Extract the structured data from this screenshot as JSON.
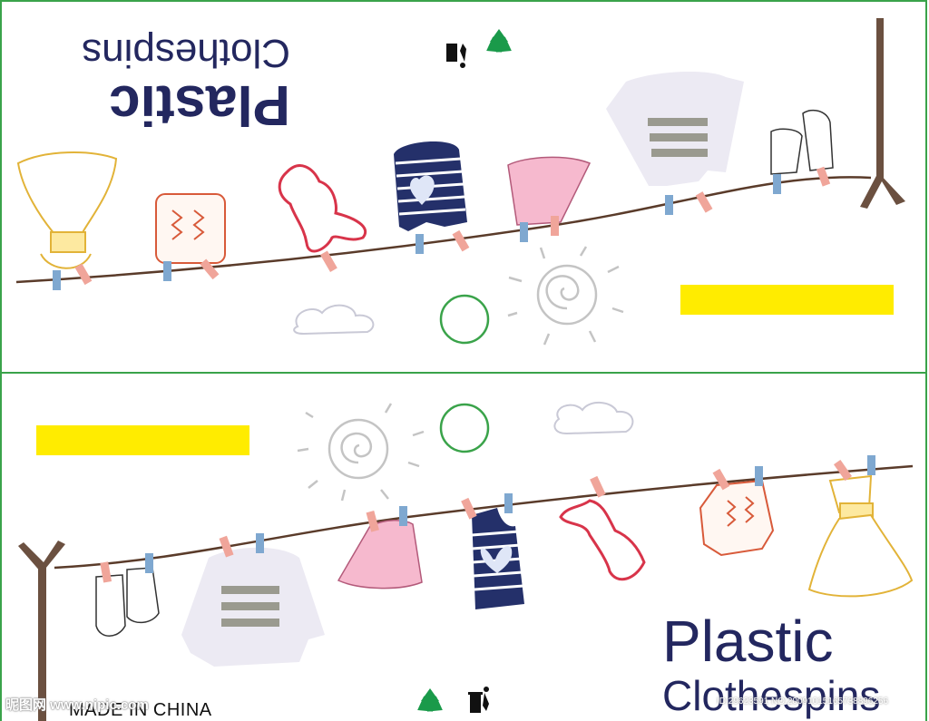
{
  "product": {
    "title_line1": "Plastic",
    "title_line2": "Clothespins",
    "origin": "MADE IN CHINA"
  },
  "watermark": {
    "site": "昵图网 www.nipic.com",
    "id": "ID:29623591 NO:20091015165738896256"
  },
  "colors": {
    "border": "#3aa34a",
    "title": "#23275f",
    "yellow_bar": "#ffec00",
    "clothesline": "#5a3b2a",
    "recycle": "#1a9a4a"
  },
  "icons": [
    "recycle-icon",
    "trash-bin-icon",
    "sun-icon",
    "cloud-icon",
    "circle-icon"
  ]
}
